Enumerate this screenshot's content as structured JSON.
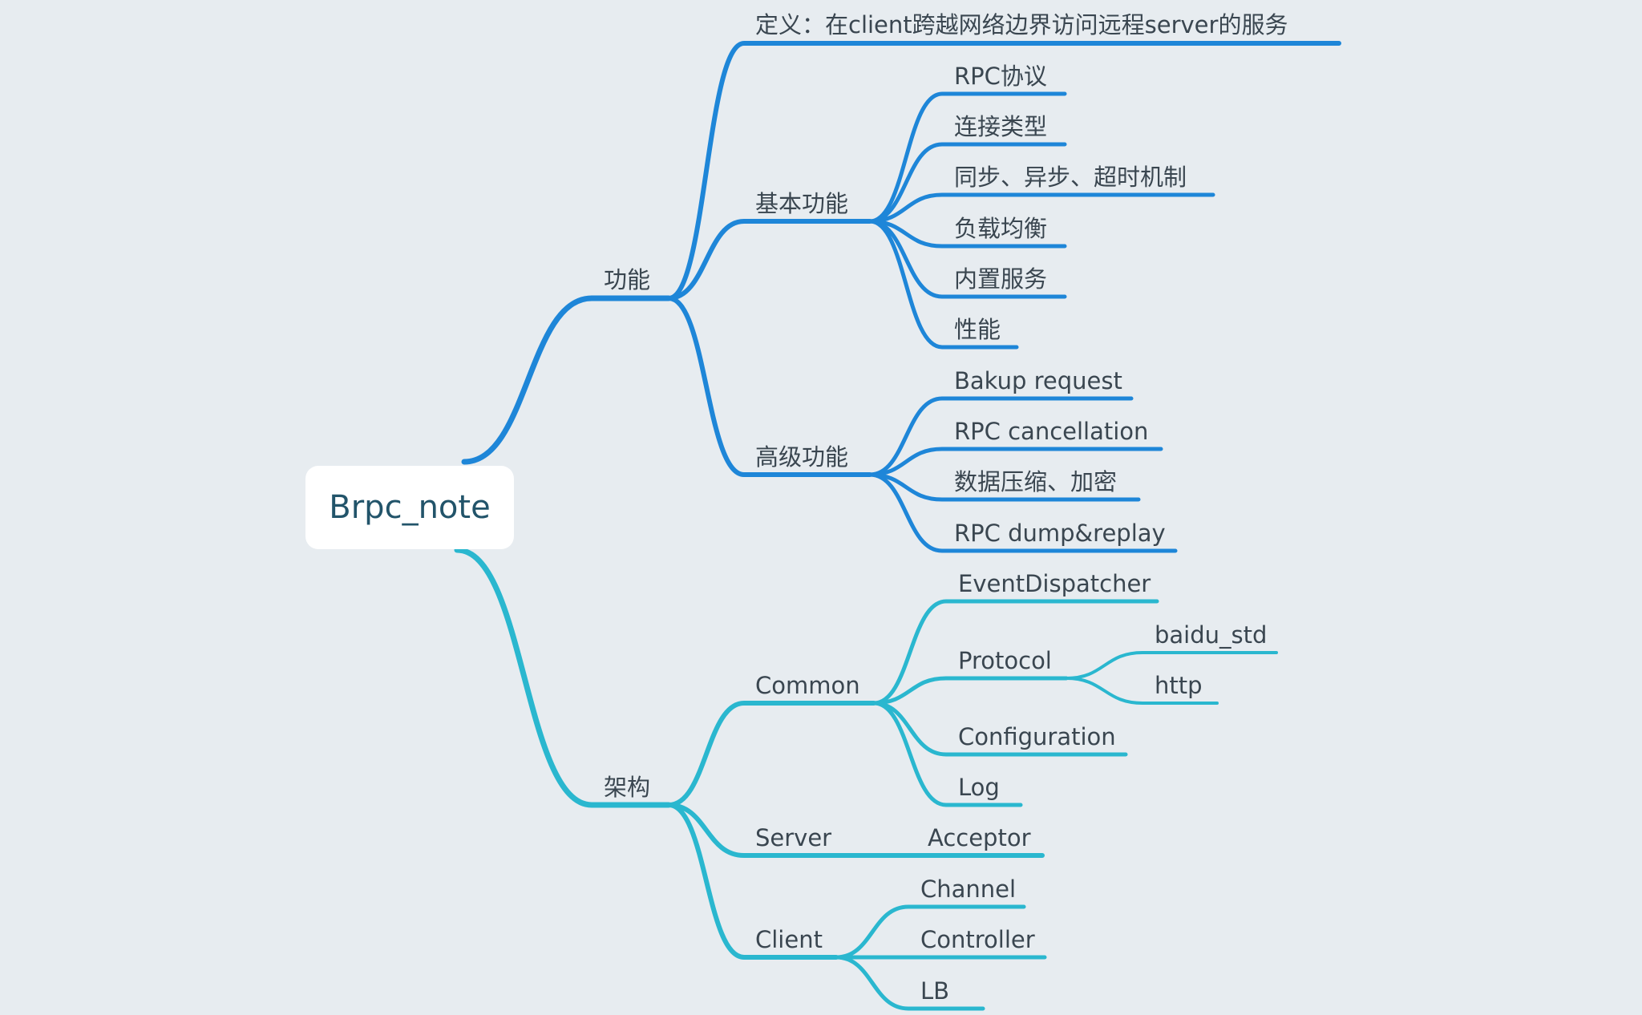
{
  "root": "Brpc_note",
  "colors": {
    "feature": "#1e86d8",
    "arch": "#2ab7cf",
    "text": "#3a4650",
    "rootText": "#22546a",
    "background": "#e7ecf0"
  },
  "nodes": {
    "feature": "功能",
    "definition": "定义：在client跨越网络边界访问远程server的服务",
    "basic": "基本功能",
    "basic_rpc": "RPC协议",
    "basic_conn": "连接类型",
    "basic_sync": "同步、异步、超时机制",
    "basic_lb": "负载均衡",
    "basic_builtin": "内置服务",
    "basic_perf": "性能",
    "advanced": "高级功能",
    "adv_backup": "Bakup request",
    "adv_cancel": "RPC cancellation",
    "adv_compress": "数据压缩、加密",
    "adv_dump": "RPC dump&replay",
    "arch": "架构",
    "common": "Common",
    "event": "EventDispatcher",
    "protocol": "Protocol",
    "baidu_std": "baidu_std",
    "http": "http",
    "config": "Configuration",
    "log": "Log",
    "server": "Server",
    "acceptor": "Acceptor",
    "client": "Client",
    "channel": "Channel",
    "controller": "Controller",
    "lb": "LB"
  }
}
